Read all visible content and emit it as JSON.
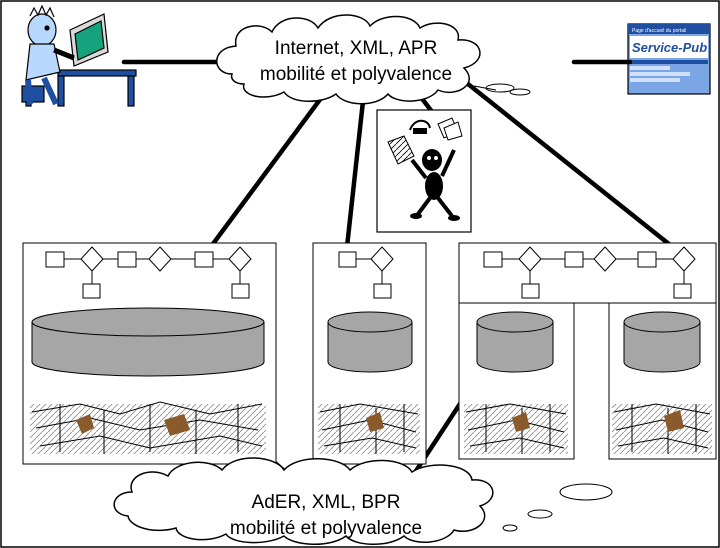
{
  "top_cloud": {
    "line1": "Internet, XML, APR",
    "line2": "mobilité et polyvalence"
  },
  "bottom_cloud": {
    "line1": "AdER, XML, BPR",
    "line2": "mobilité et polyvalence"
  },
  "service_public_logo": {
    "header": "Page d'accueil du portail",
    "brand": "Service-Pub"
  },
  "colors": {
    "cylinder": "#a6a6a6",
    "outline": "#000000",
    "accent": "#1f4fa0"
  }
}
